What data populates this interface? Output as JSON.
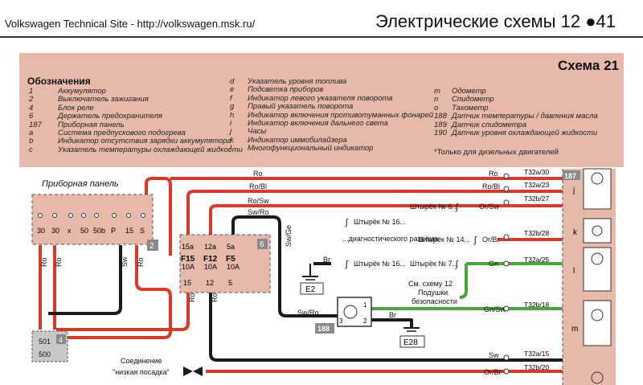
{
  "header": {
    "site": "Volkswagen Technical Site - http://volkswagen.msk.ru/",
    "title": "Электрические схемы 12",
    "page": "41"
  },
  "legend": {
    "schema_label": "Схема 21",
    "heading": "Обозначения",
    "col1": [
      {
        "code": "1",
        "text": "Аккумулятор"
      },
      {
        "code": "2",
        "text": "Выключатель зажигания"
      },
      {
        "code": "4",
        "text": "Блок реле"
      },
      {
        "code": "6",
        "text": "Держатель предохранителя"
      },
      {
        "code": "187",
        "text": "Приборная панель"
      },
      {
        "code": "a",
        "text": "Система предпускового подогрева"
      },
      {
        "code": "b",
        "text": "Индикатор отсутствия зарядки аккумулятора"
      },
      {
        "code": "c",
        "text": "Указатель температуры охлаждающей жидкости"
      }
    ],
    "col2": [
      {
        "code": "d",
        "text": "Указатель уровня топлива"
      },
      {
        "code": "e",
        "text": "Подсветка приборов"
      },
      {
        "code": "f",
        "text": "Индикатор левого указателя поворота"
      },
      {
        "code": "g",
        "text": "Правый указатель поворота"
      },
      {
        "code": "h",
        "text": "Индикатор включения противотуманных фонарей"
      },
      {
        "code": "i",
        "text": "Индикатор включения дальнего света"
      },
      {
        "code": "j",
        "text": "Часы"
      },
      {
        "code": "k",
        "text": "Индикатор иммобилайзера"
      },
      {
        "code": "l",
        "text": "Многофункциональный индикатор"
      }
    ],
    "col3": [
      {
        "code": "m",
        "text": "Одометр"
      },
      {
        "code": "n",
        "text": "Спидометр"
      },
      {
        "code": "o",
        "text": "Тахометр"
      },
      {
        "code": "188",
        "text": "Датчик температуры / давления масла"
      },
      {
        "code": "189",
        "text": "Датчик спидометра"
      },
      {
        "code": "190",
        "text": "Датчик уровня охлаждающей жидкости"
      }
    ],
    "note": "*Только для дизельных двигателей"
  },
  "diagram": {
    "panel_label": "Приборная панель",
    "switch_terminals": [
      "30",
      "30",
      "x",
      "50",
      "50b",
      "P",
      "15",
      "S"
    ],
    "switch_id": "2",
    "fuse_box_id": "6",
    "fuses": [
      {
        "top": "15a",
        "name": "F15",
        "rating": "10A",
        "bottom": "15"
      },
      {
        "top": "12a",
        "name": "F12",
        "rating": "10A",
        "bottom": "12"
      },
      {
        "top": "5a",
        "name": "F5",
        "rating": "10A",
        "bottom": "5"
      }
    ],
    "relay_block": {
      "id": "4",
      "t1": "501",
      "t2": "500"
    },
    "wire_colors": {
      "Ro": "Ro",
      "RoBl": "Ro/Bl",
      "RoSw": "Ro/Sw",
      "SwRo": "Sw/Ro",
      "SwGe": "Sw/Ge",
      "Br": "Br",
      "Sw": "Sw",
      "Gn": "Gn",
      "GnSw": "Gn/Sw",
      "OrSw": "Or/Sw",
      "OrBr": "Or/Br"
    },
    "connectors": {
      "plug16a": "Штырёк № 16...",
      "plug16b": "Штырёк № 16...",
      "diag": "...диагностического разъёма",
      "plug6": "Штырёк № 6...",
      "plug14": "Штырёк № 14...",
      "plug7": "Штырёк № 7..."
    },
    "airbag_note": [
      "См. схему 12",
      "Подушки",
      "безопасности"
    ],
    "grounds": [
      "E2",
      "E28"
    ],
    "sensor_id": "188",
    "sensor_pins": [
      "1",
      "2",
      "3"
    ],
    "connection_note": [
      "Соединение",
      "\"низкая посадка\""
    ],
    "cluster_id": "187",
    "cluster_pins": [
      "T32a/30",
      "T32a/23",
      "T32b/27",
      "T32b/28",
      "T32a/25",
      "T32b/18",
      "T32a/15",
      "T32b/20"
    ],
    "cluster_letters": [
      "j",
      "k",
      "l",
      "m"
    ],
    "colors": {
      "red": "#d83a26",
      "black": "#1a1a1a",
      "green": "#4aa53a",
      "box": "#e7b9ab"
    }
  }
}
